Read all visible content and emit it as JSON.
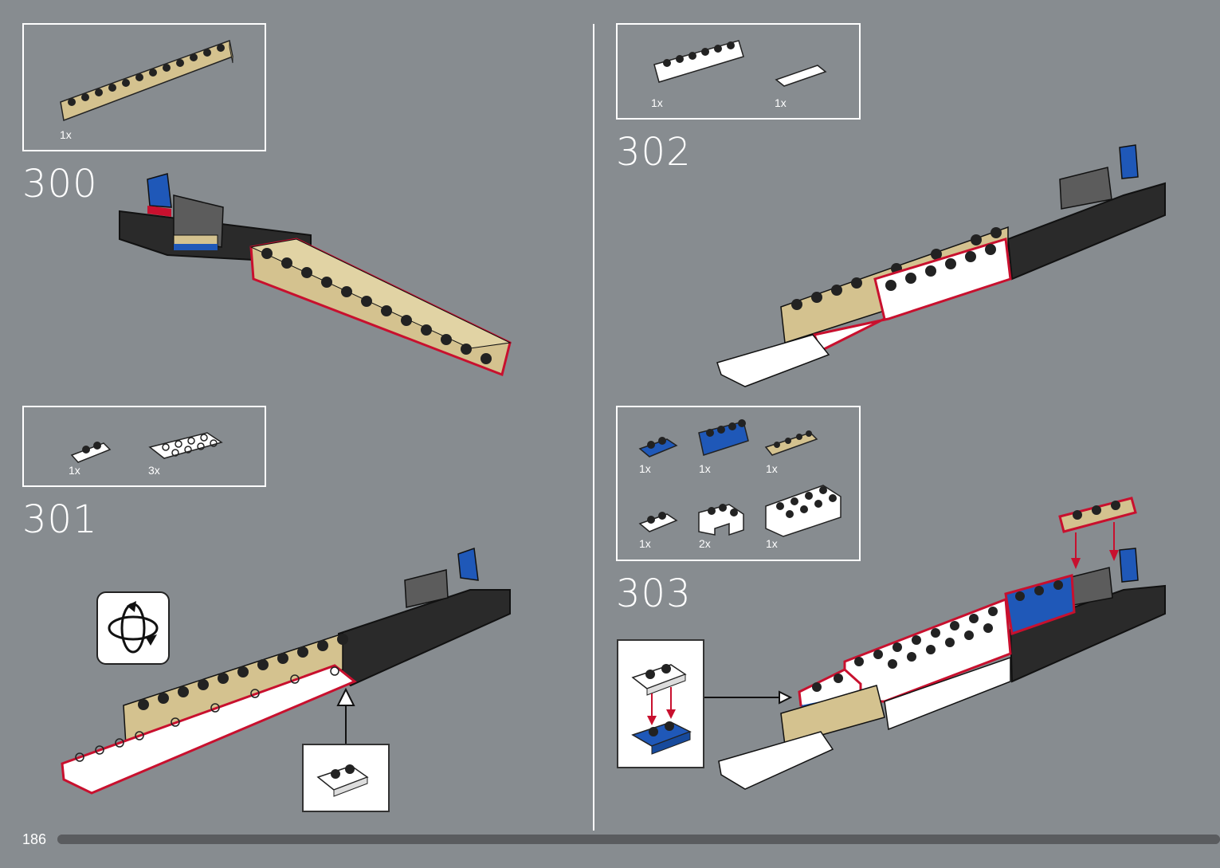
{
  "page": {
    "number": "186",
    "progress": 1.0
  },
  "colors": {
    "background": "#878c90",
    "tan": "#d4c28f",
    "blue": "#1f58b8",
    "black": "#2a2a2a",
    "white": "#ffffff",
    "highlight": "#c8102e",
    "dark_gray": "#5c5c5c"
  },
  "steps": [
    {
      "number": "300",
      "parts": [
        {
          "qty": "1x",
          "part": "tan-brick-1x12"
        }
      ]
    },
    {
      "number": "301",
      "parts": [
        {
          "qty": "1x",
          "part": "white-plate-1x2"
        },
        {
          "qty": "3x",
          "part": "white-plate-2x4"
        }
      ]
    },
    {
      "number": "302",
      "parts": [
        {
          "qty": "1x",
          "part": "white-brick-1x6"
        },
        {
          "qty": "1x",
          "part": "white-tile-1x4"
        }
      ]
    },
    {
      "number": "303",
      "parts": [
        {
          "qty": "1x",
          "part": "blue-plate-1x2"
        },
        {
          "qty": "1x",
          "part": "blue-brick-1x4"
        },
        {
          "qty": "1x",
          "part": "tan-plate-1x4"
        },
        {
          "qty": "1x",
          "part": "white-plate-1x2"
        },
        {
          "qty": "2x",
          "part": "white-corner-brick"
        },
        {
          "qty": "1x",
          "part": "white-brick-2x4"
        }
      ]
    }
  ],
  "icons": {
    "rotate": "rotate-model-icon",
    "arrow": "arrow-icon"
  }
}
